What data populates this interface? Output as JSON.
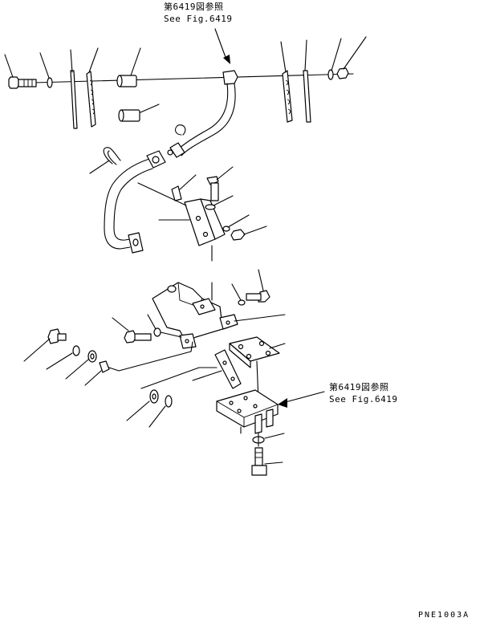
{
  "references": [
    {
      "jp": "第6419図参照",
      "en": "See Fig.6419"
    },
    {
      "jp": "第6419図参照",
      "en": "See Fig.6419"
    }
  ],
  "drawing_code": "PNE1003A"
}
